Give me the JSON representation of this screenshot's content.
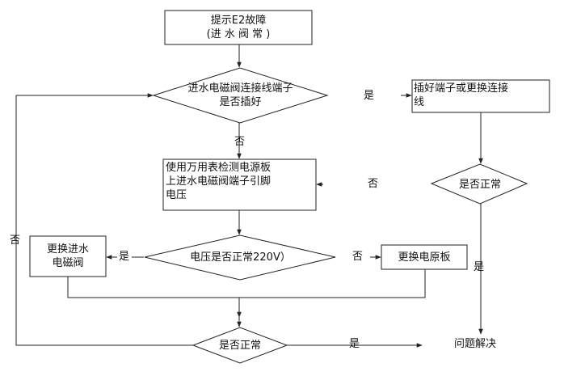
{
  "nodes": {
    "start_line1": "提示E2故障",
    "start_line2": "(进 水 阀 常 )",
    "check_terminal_line1": "进水电磁阀连接线端子",
    "check_terminal_line2": "是否插好",
    "fix_terminal_line1": "插好端子或更换连接",
    "fix_terminal_line2": "线",
    "normal_check_right": "是否正常",
    "measure_line1": "使用万用表检测电源板",
    "measure_line2": "上进水电磁阀端子引脚",
    "measure_line3": "电压",
    "voltage_check": "电压是否正常220V）",
    "replace_valve_line1": "更换进水",
    "replace_valve_line2": "电磁阀",
    "replace_board": "更换电原板",
    "normal_check_bottom": "是否正常",
    "solved": "问题解决"
  },
  "edges": {
    "yes": "是",
    "no": "否"
  }
}
